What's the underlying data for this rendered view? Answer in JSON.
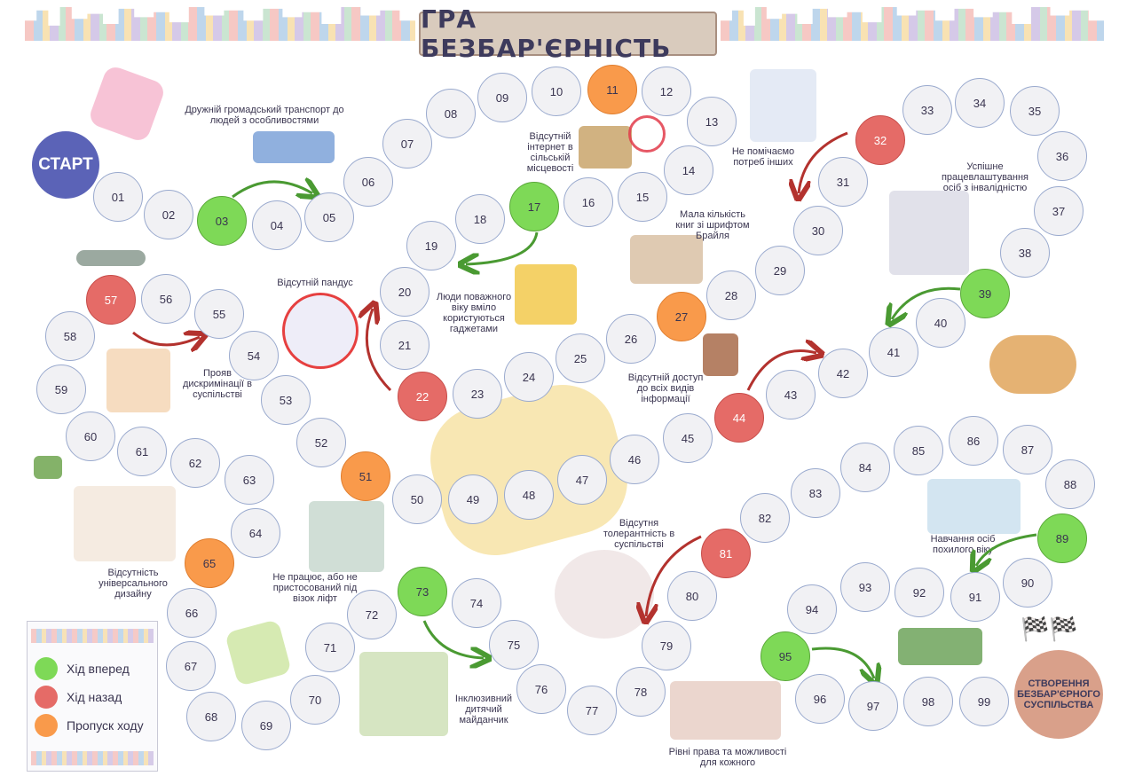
{
  "title": "ГРА БЕЗБАР'ЄРНІСТЬ",
  "start_label": "СТАРТ",
  "finish_label": "СТВОРЕННЯ БЕЗБАР'ЄРНОГО СУСПІЛЬСТВА",
  "legend": [
    {
      "label": "Хід вперед",
      "color": "#7ed957"
    },
    {
      "label": "Хід назад",
      "color": "#e56b67"
    },
    {
      "label": "Пропуск ходу",
      "color": "#f99a4b"
    }
  ],
  "cells": [
    {
      "n": "01",
      "type": "normal"
    },
    {
      "n": "02",
      "type": "normal"
    },
    {
      "n": "03",
      "type": "forward"
    },
    {
      "n": "04",
      "type": "normal"
    },
    {
      "n": "05",
      "type": "normal"
    },
    {
      "n": "06",
      "type": "normal"
    },
    {
      "n": "07",
      "type": "normal"
    },
    {
      "n": "08",
      "type": "normal"
    },
    {
      "n": "09",
      "type": "normal"
    },
    {
      "n": "10",
      "type": "normal"
    },
    {
      "n": "11",
      "type": "skip"
    },
    {
      "n": "12",
      "type": "normal"
    },
    {
      "n": "13",
      "type": "normal"
    },
    {
      "n": "14",
      "type": "normal"
    },
    {
      "n": "15",
      "type": "normal"
    },
    {
      "n": "16",
      "type": "normal"
    },
    {
      "n": "17",
      "type": "forward"
    },
    {
      "n": "18",
      "type": "normal"
    },
    {
      "n": "19",
      "type": "normal"
    },
    {
      "n": "20",
      "type": "normal"
    },
    {
      "n": "21",
      "type": "normal"
    },
    {
      "n": "22",
      "type": "back"
    },
    {
      "n": "23",
      "type": "normal"
    },
    {
      "n": "24",
      "type": "normal"
    },
    {
      "n": "25",
      "type": "normal"
    },
    {
      "n": "26",
      "type": "normal"
    },
    {
      "n": "27",
      "type": "skip"
    },
    {
      "n": "28",
      "type": "normal"
    },
    {
      "n": "29",
      "type": "normal"
    },
    {
      "n": "30",
      "type": "normal"
    },
    {
      "n": "31",
      "type": "normal"
    },
    {
      "n": "32",
      "type": "back"
    },
    {
      "n": "33",
      "type": "normal"
    },
    {
      "n": "34",
      "type": "normal"
    },
    {
      "n": "35",
      "type": "normal"
    },
    {
      "n": "36",
      "type": "normal"
    },
    {
      "n": "37",
      "type": "normal"
    },
    {
      "n": "38",
      "type": "normal"
    },
    {
      "n": "39",
      "type": "forward"
    },
    {
      "n": "40",
      "type": "normal"
    },
    {
      "n": "41",
      "type": "normal"
    },
    {
      "n": "42",
      "type": "normal"
    },
    {
      "n": "43",
      "type": "normal"
    },
    {
      "n": "44",
      "type": "back"
    },
    {
      "n": "45",
      "type": "normal"
    },
    {
      "n": "46",
      "type": "normal"
    },
    {
      "n": "47",
      "type": "normal"
    },
    {
      "n": "48",
      "type": "normal"
    },
    {
      "n": "49",
      "type": "normal"
    },
    {
      "n": "50",
      "type": "normal"
    },
    {
      "n": "51",
      "type": "skip"
    },
    {
      "n": "52",
      "type": "normal"
    },
    {
      "n": "53",
      "type": "normal"
    },
    {
      "n": "54",
      "type": "normal"
    },
    {
      "n": "55",
      "type": "normal"
    },
    {
      "n": "56",
      "type": "normal"
    },
    {
      "n": "57",
      "type": "back"
    },
    {
      "n": "58",
      "type": "normal"
    },
    {
      "n": "59",
      "type": "normal"
    },
    {
      "n": "60",
      "type": "normal"
    },
    {
      "n": "61",
      "type": "normal"
    },
    {
      "n": "62",
      "type": "normal"
    },
    {
      "n": "63",
      "type": "normal"
    },
    {
      "n": "64",
      "type": "normal"
    },
    {
      "n": "65",
      "type": "skip"
    },
    {
      "n": "66",
      "type": "normal"
    },
    {
      "n": "67",
      "type": "normal"
    },
    {
      "n": "68",
      "type": "normal"
    },
    {
      "n": "69",
      "type": "normal"
    },
    {
      "n": "70",
      "type": "normal"
    },
    {
      "n": "71",
      "type": "normal"
    },
    {
      "n": "72",
      "type": "normal"
    },
    {
      "n": "73",
      "type": "forward"
    },
    {
      "n": "74",
      "type": "normal"
    },
    {
      "n": "75",
      "type": "normal"
    },
    {
      "n": "76",
      "type": "normal"
    },
    {
      "n": "77",
      "type": "normal"
    },
    {
      "n": "78",
      "type": "normal"
    },
    {
      "n": "79",
      "type": "normal"
    },
    {
      "n": "80",
      "type": "normal"
    },
    {
      "n": "81",
      "type": "back"
    },
    {
      "n": "82",
      "type": "normal"
    },
    {
      "n": "83",
      "type": "normal"
    },
    {
      "n": "84",
      "type": "normal"
    },
    {
      "n": "85",
      "type": "normal"
    },
    {
      "n": "86",
      "type": "normal"
    },
    {
      "n": "87",
      "type": "normal"
    },
    {
      "n": "88",
      "type": "normal"
    },
    {
      "n": "89",
      "type": "forward"
    },
    {
      "n": "90",
      "type": "normal"
    },
    {
      "n": "91",
      "type": "normal"
    },
    {
      "n": "92",
      "type": "normal"
    },
    {
      "n": "93",
      "type": "normal"
    },
    {
      "n": "94",
      "type": "normal"
    },
    {
      "n": "95",
      "type": "forward"
    },
    {
      "n": "96",
      "type": "normal"
    },
    {
      "n": "97",
      "type": "normal"
    },
    {
      "n": "98",
      "type": "normal"
    },
    {
      "n": "99",
      "type": "normal"
    }
  ],
  "labels": {
    "transport": "Дружній громадський транспорт до людей з особливостями",
    "internet": "Відсутній інтернет в сільській місцевості",
    "notice": "Не помічаємо потреб інших",
    "employment": "Успішне працевлаштування осіб з інвалідністю",
    "braille": "Мала кількість книг зі шрифтом Брайля",
    "ramp": "Відсутній пандус",
    "elderly_gadgets": "Люди поважного віку вміло користуються гаджетами",
    "discrimination": "Прояв дискримінації в суспільстві",
    "information": "Відсутній доступ до всіх видів інформації",
    "tolerance": "Відсутня толерантність в суспільстві",
    "elderly_education": "Навчання осіб похилого віку",
    "design": "Відсутність універсального дизайну",
    "elevator": "Не працює, або не пристосований під візок ліфт",
    "playground": "Інклюзивний дитячий майданчик",
    "rights": "Рівні права та можливості для кожного"
  }
}
